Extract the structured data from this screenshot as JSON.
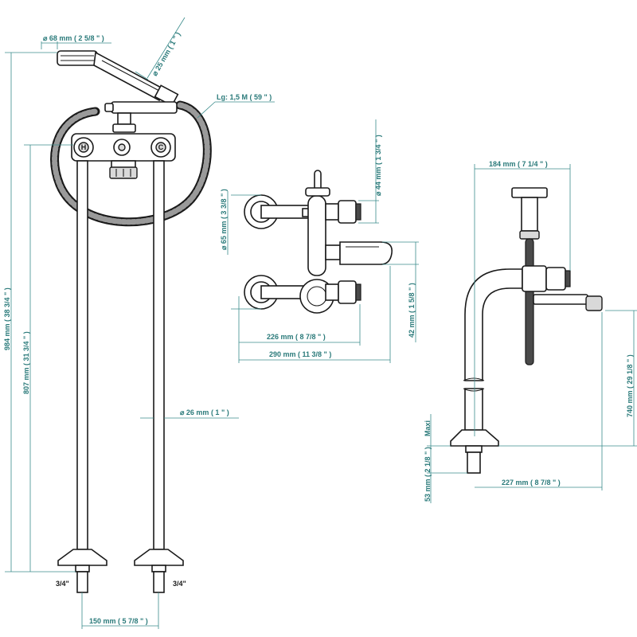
{
  "colors": {
    "dimension": "#2a7a7a",
    "line": "#1a1a1a"
  },
  "front_view": {
    "knob_hot": "H",
    "knob_cold": "C",
    "dims": {
      "head_diameter": "68 mm ( 2 5/8 \" )",
      "handle_diameter": "25 mm ( 1 \" )",
      "hose_length": "Lg: 1,5 M ( 59 \" )",
      "total_height": "984 mm ( 38 3/4 \" )",
      "pipe_height": "807 mm ( 31 3/4 \" )",
      "pipe_diameter": "26 mm ( 1 \" )",
      "thread_left": "3/4\"",
      "thread_right": "3/4\"",
      "pipe_spacing": "150 mm ( 5 7/8 \" )"
    }
  },
  "wall_view": {
    "dims": {
      "escutcheon": "65 mm ( 3 3/8 \" )",
      "handle_diameter": "44 mm ( 1 3/4 \" )",
      "spout_height": "42 mm ( 1 5/8 \" )",
      "inner_width": "226 mm ( 8 7/8 \" )",
      "outer_width": "290 mm ( 11 3/8 \" )"
    }
  },
  "side_view": {
    "dims": {
      "top_width": "184 mm ( 7 1/4 \" )",
      "height": "740 mm ( 29 1/8 \" )",
      "depth": "227 mm ( 8 7/8 \" )",
      "thread": "53 mm ( 2 1/8 \" )",
      "maxi": "Maxi"
    }
  }
}
